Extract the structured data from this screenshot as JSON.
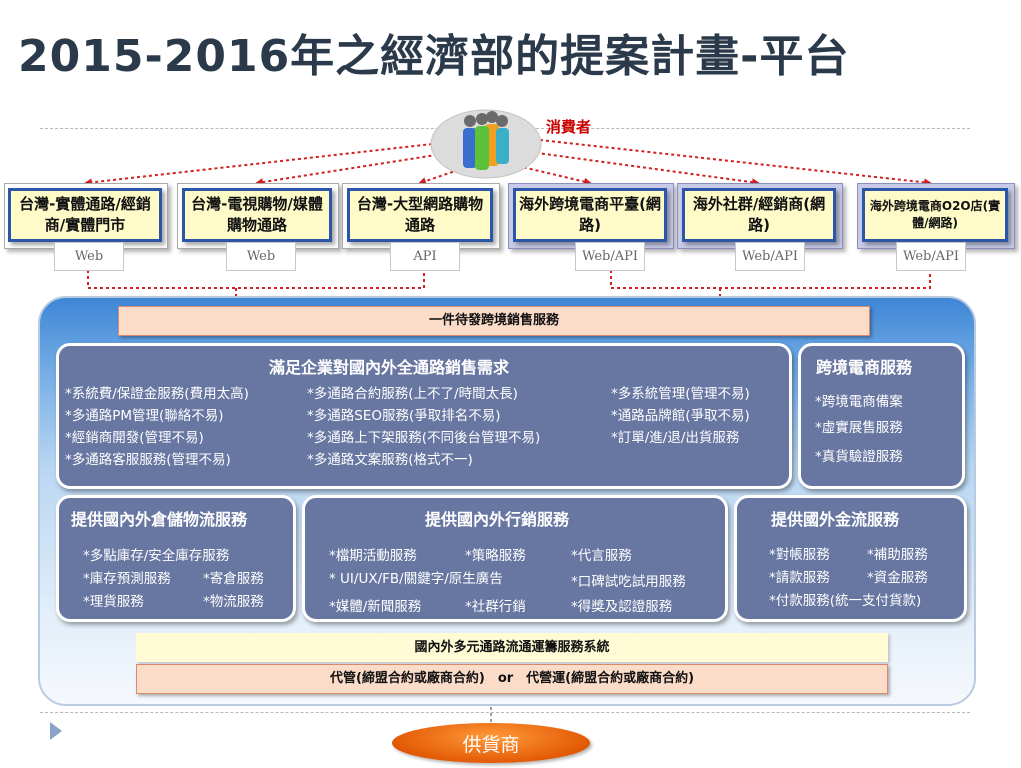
{
  "title": "2015-2016年之經濟部的提案計畫-平台",
  "consumer": {
    "label": "消費者",
    "icon": "people-icon"
  },
  "channels": [
    {
      "label": "台灣-實體通路/經銷商/實體門市",
      "interface": "Web"
    },
    {
      "label": "台灣-電視購物/媒體購物通路",
      "interface": "Web"
    },
    {
      "label": "台灣-大型網路購物通路",
      "interface": "API"
    },
    {
      "label": "海外跨境電商平臺(網路)",
      "interface": "Web/API"
    },
    {
      "label": "海外社群/經銷商(網路)",
      "interface": "Web/API"
    },
    {
      "label": "海外跨境電商O2O店(實體/網路)",
      "interface": "Web/API"
    }
  ],
  "platform": {
    "top_bar": "一件待發跨境銷售服務",
    "sales": {
      "title": "滿足企業對國內外全通路銷售需求",
      "col1": [
        "*系統費/保證金服務(費用太高)",
        "*多通路PM管理(聯絡不易)",
        "*經銷商開發(管理不易)",
        "*多通路客服服務(管理不易)"
      ],
      "col2": [
        "*多通路合約服務(上不了/時間太長)",
        "*多通路SEO服務(爭取排名不易)",
        "*多通路上下架服務(不同後台管理不易)",
        "*多通路文案服務(格式不一)"
      ],
      "col3": [
        "*多系統管理(管理不易)",
        "*通路品牌館(爭取不易)",
        "*訂單/進/退/出貨服務"
      ]
    },
    "crossborder": {
      "title": "跨境電商服務",
      "items": [
        "*跨境電商備案",
        "*虛實展售服務",
        "*真貨驗證服務"
      ]
    },
    "logistics": {
      "title": "提供國內外倉儲物流服務",
      "items": [
        "*多點庫存/安全庫存服務",
        "*庫存預測服務",
        "*寄倉服務",
        "*理貨服務",
        "*物流服務"
      ]
    },
    "marketing": {
      "title": "提供國內外行銷服務",
      "items": [
        "*檔期活動服務",
        "*策略服務",
        "*代言服務",
        "* UI/UX/FB/關鍵字/原生廣告",
        "*口碑試吃試用服務",
        "*媒體/新聞服務",
        "*社群行銷",
        "*得獎及認證服務"
      ]
    },
    "finance": {
      "title": "提供國外金流服務",
      "items": [
        "*對帳服務",
        "*補助服務",
        "*請款服務",
        "*資金服務",
        "*付款服務(統一支付貨款)"
      ]
    },
    "bottom_bar1": "國內外多元通路流通運籌服務系統",
    "bottom_bar2": "代管(締盟合約或廠商合約)　or　代營運(締盟合約或廠商合約)"
  },
  "supplier": "供貨商",
  "colors": {
    "arrow": "#d21f1f",
    "panel": "#6877a2",
    "channel_border": "#2c56a8",
    "channel_fill": "#fffbc8",
    "supplier": "#e86410"
  }
}
